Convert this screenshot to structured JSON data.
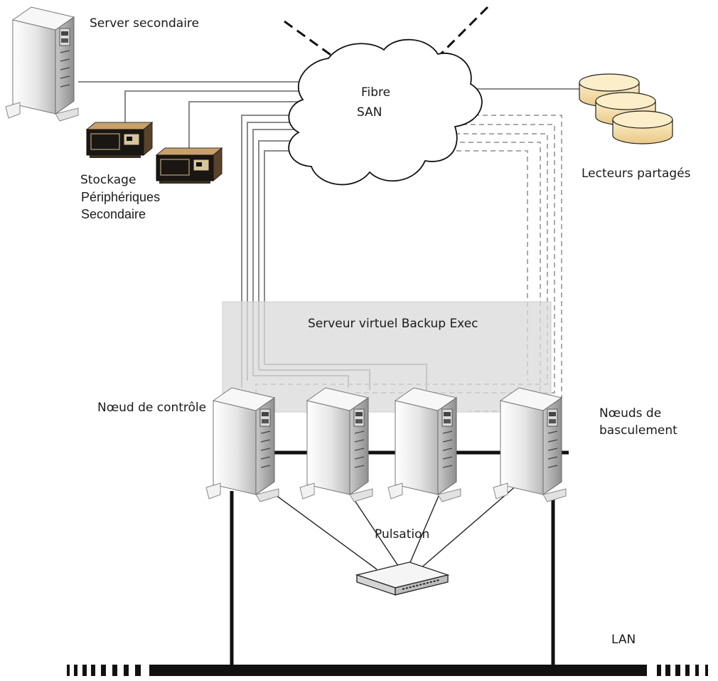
{
  "labels": {
    "server_secondary": "Server secondaire",
    "fibre_line1": "Fibre",
    "fibre_line2": "SAN",
    "shared_drives": "Lecteurs partagés",
    "storage_line1": "Stockage",
    "storage_line2": "Périphériques",
    "storage_line3": "Secondaire",
    "virtual_server": "Serveur virtuel Backup Exec",
    "control_node": "Nœud de contrôle",
    "failover_line1": "Nœuds de",
    "failover_line2": "basculement",
    "heartbeat": "Pulsation",
    "lan": "LAN"
  },
  "colors": {
    "line": "#1a1a1a",
    "gray_line": "#888888",
    "dashed_line": "#b0b0b0",
    "virtual_box": "#dcdcdc",
    "server_light": "#f2f2f2",
    "server_dark": "#a8a8a8",
    "drive_tan": "#f3dfae",
    "device_body": "#8b6a43"
  },
  "icons": [
    "server-icon",
    "tape-device-icon",
    "disk-stack-icon",
    "cloud-icon",
    "hub-icon"
  ]
}
